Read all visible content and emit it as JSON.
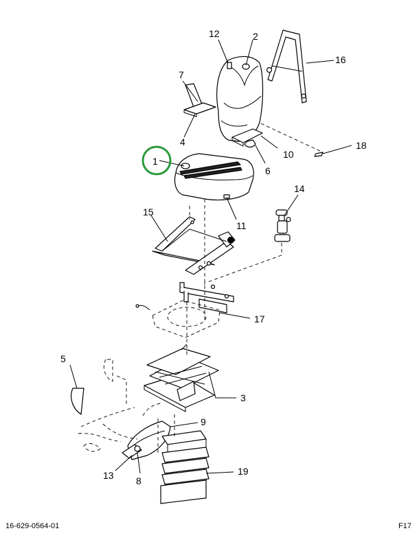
{
  "diagram": {
    "callouts": {
      "c1": "1",
      "c2": "2",
      "c3": "3",
      "c4": "4",
      "c5": "5",
      "c6": "6",
      "c7": "7",
      "c8": "8",
      "c9": "9",
      "c10": "10",
      "c11": "11",
      "c12": "12",
      "c13": "13",
      "c14": "14",
      "c15": "15",
      "c16": "16",
      "c17": "17",
      "c18": "18",
      "c19": "19"
    },
    "highlight_color": "#2a9a3c"
  },
  "footer": {
    "part_number": "16-629-0564-01",
    "sheet": "F17"
  }
}
